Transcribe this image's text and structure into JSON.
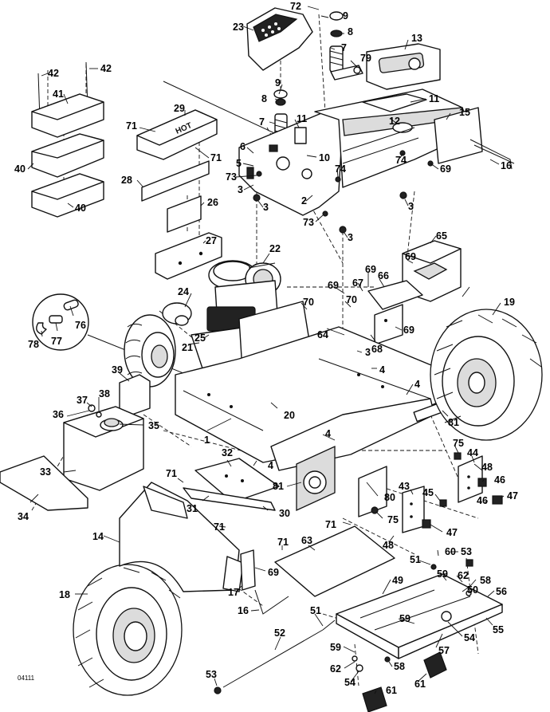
{
  "figure_ref": "04111",
  "hot_label": "HOT",
  "callouts": [
    {
      "id": "c72",
      "text": "72"
    },
    {
      "id": "c9a",
      "text": "9"
    },
    {
      "id": "c23",
      "text": "23"
    },
    {
      "id": "c8a",
      "text": "8"
    },
    {
      "id": "c13",
      "text": "13"
    },
    {
      "id": "c7a",
      "text": "7"
    },
    {
      "id": "c79",
      "text": "79"
    },
    {
      "id": "c42a",
      "text": "42"
    },
    {
      "id": "c42b",
      "text": "42"
    },
    {
      "id": "c41",
      "text": "41"
    },
    {
      "id": "c9b",
      "text": "9"
    },
    {
      "id": "c11a",
      "text": "11"
    },
    {
      "id": "c29",
      "text": "29"
    },
    {
      "id": "c8b",
      "text": "8"
    },
    {
      "id": "c15",
      "text": "15"
    },
    {
      "id": "c12",
      "text": "12"
    },
    {
      "id": "c71a",
      "text": "71"
    },
    {
      "id": "c7b",
      "text": "7"
    },
    {
      "id": "c11b",
      "text": "11"
    },
    {
      "id": "c6",
      "text": "6"
    },
    {
      "id": "c10",
      "text": "10"
    },
    {
      "id": "c71b",
      "text": "71"
    },
    {
      "id": "c5",
      "text": "5"
    },
    {
      "id": "c74a",
      "text": "74"
    },
    {
      "id": "c74b",
      "text": "74"
    },
    {
      "id": "c16a",
      "text": "16"
    },
    {
      "id": "c40a",
      "text": "40"
    },
    {
      "id": "c73a",
      "text": "73"
    },
    {
      "id": "c69a",
      "text": "69"
    },
    {
      "id": "c28",
      "text": "28"
    },
    {
      "id": "c3a",
      "text": "3"
    },
    {
      "id": "c2",
      "text": "2"
    },
    {
      "id": "c26",
      "text": "26"
    },
    {
      "id": "c40b",
      "text": "40"
    },
    {
      "id": "c3b",
      "text": "3"
    },
    {
      "id": "c3c",
      "text": "3"
    },
    {
      "id": "c73b",
      "text": "73"
    },
    {
      "id": "c3d",
      "text": "3"
    },
    {
      "id": "c27",
      "text": "27"
    },
    {
      "id": "c65",
      "text": "65"
    },
    {
      "id": "c22",
      "text": "22"
    },
    {
      "id": "c69b",
      "text": "69"
    },
    {
      "id": "c67",
      "text": "67"
    },
    {
      "id": "c69c",
      "text": "69"
    },
    {
      "id": "c66",
      "text": "66"
    },
    {
      "id": "c69d",
      "text": "69"
    },
    {
      "id": "c24",
      "text": "24"
    },
    {
      "id": "c19",
      "text": "19"
    },
    {
      "id": "c70a",
      "text": "70"
    },
    {
      "id": "c70b",
      "text": "70"
    },
    {
      "id": "c76",
      "text": "76"
    },
    {
      "id": "c64",
      "text": "64"
    },
    {
      "id": "c69e",
      "text": "69"
    },
    {
      "id": "c78",
      "text": "78"
    },
    {
      "id": "c77",
      "text": "77"
    },
    {
      "id": "c21",
      "text": "21"
    },
    {
      "id": "c25",
      "text": "25"
    },
    {
      "id": "c68",
      "text": "68"
    },
    {
      "id": "c3e",
      "text": "3"
    },
    {
      "id": "c4a",
      "text": "4"
    },
    {
      "id": "c39",
      "text": "39"
    },
    {
      "id": "c4b",
      "text": "4"
    },
    {
      "id": "c37",
      "text": "37"
    },
    {
      "id": "c38",
      "text": "38"
    },
    {
      "id": "c36",
      "text": "36"
    },
    {
      "id": "c20",
      "text": "20"
    },
    {
      "id": "c81a",
      "text": "81"
    },
    {
      "id": "c35",
      "text": "35"
    },
    {
      "id": "c1",
      "text": "1"
    },
    {
      "id": "c4c",
      "text": "4"
    },
    {
      "id": "c75a",
      "text": "75"
    },
    {
      "id": "c32",
      "text": "32"
    },
    {
      "id": "c44",
      "text": "44"
    },
    {
      "id": "c33",
      "text": "33"
    },
    {
      "id": "c4d",
      "text": "4"
    },
    {
      "id": "c48a",
      "text": "48"
    },
    {
      "id": "c71c",
      "text": "71"
    },
    {
      "id": "c81b",
      "text": "81"
    },
    {
      "id": "c46a",
      "text": "46"
    },
    {
      "id": "c31",
      "text": "31"
    },
    {
      "id": "c43",
      "text": "43"
    },
    {
      "id": "c45",
      "text": "45"
    },
    {
      "id": "c47a",
      "text": "47"
    },
    {
      "id": "c34",
      "text": "34"
    },
    {
      "id": "c30",
      "text": "30"
    },
    {
      "id": "c80",
      "text": "80"
    },
    {
      "id": "c75b",
      "text": "75"
    },
    {
      "id": "c46b",
      "text": "46"
    },
    {
      "id": "c71d",
      "text": "71"
    },
    {
      "id": "c47b",
      "text": "47"
    },
    {
      "id": "c71e",
      "text": "71"
    },
    {
      "id": "c14",
      "text": "14"
    },
    {
      "id": "c71f",
      "text": "71"
    },
    {
      "id": "c63",
      "text": "63"
    },
    {
      "id": "c48b",
      "text": "48"
    },
    {
      "id": "c60",
      "text": "60"
    },
    {
      "id": "c53a",
      "text": "53"
    },
    {
      "id": "c51a",
      "text": "51"
    },
    {
      "id": "c69f",
      "text": "69"
    },
    {
      "id": "c59a",
      "text": "59"
    },
    {
      "id": "c62a",
      "text": "62"
    },
    {
      "id": "c58a",
      "text": "58"
    },
    {
      "id": "c49",
      "text": "49"
    },
    {
      "id": "c50",
      "text": "50"
    },
    {
      "id": "c56",
      "text": "56"
    },
    {
      "id": "c17",
      "text": "17"
    },
    {
      "id": "c18",
      "text": "18"
    },
    {
      "id": "c16b",
      "text": "16"
    },
    {
      "id": "c51b",
      "text": "51"
    },
    {
      "id": "c59b",
      "text": "59"
    },
    {
      "id": "c55",
      "text": "55"
    },
    {
      "id": "c52",
      "text": "52"
    },
    {
      "id": "c54a",
      "text": "54"
    },
    {
      "id": "c57",
      "text": "57"
    },
    {
      "id": "c59c",
      "text": "59"
    },
    {
      "id": "c58b",
      "text": "58"
    },
    {
      "id": "c62b",
      "text": "62"
    },
    {
      "id": "c53b",
      "text": "53"
    },
    {
      "id": "c54b",
      "text": "54"
    },
    {
      "id": "c61a",
      "text": "61"
    },
    {
      "id": "c61b",
      "text": "61"
    }
  ]
}
